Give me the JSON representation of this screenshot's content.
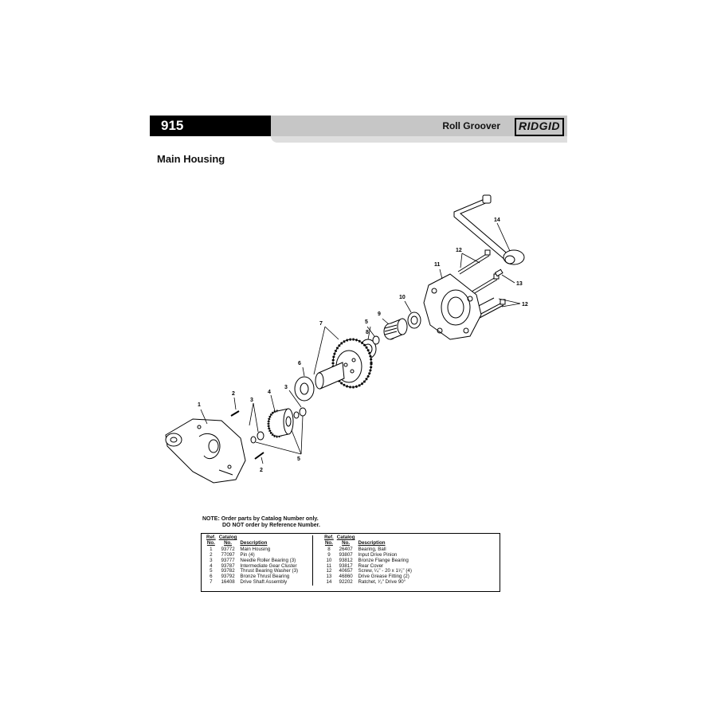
{
  "header": {
    "model_number": "915",
    "product_title": "Roll Groover",
    "brand": "RIDGID"
  },
  "section_title": "Main Housing",
  "callouts": [
    "1",
    "2",
    "3",
    "4",
    "5",
    "6",
    "7",
    "8",
    "9",
    "10",
    "11",
    "12",
    "13",
    "14"
  ],
  "note": {
    "line1": "NOTE: Order parts by Catalog Number only.",
    "line2": "DO NOT order by Reference Number."
  },
  "parts_table": {
    "headers": {
      "ref_top": "Ref.",
      "ref_bottom": "No.",
      "catalog_top": "Catalog",
      "catalog_bottom": "No.",
      "description": "Description"
    },
    "left": [
      {
        "ref": "1",
        "catalog": "93772",
        "description": "Main Housing"
      },
      {
        "ref": "2",
        "catalog": "77097",
        "description": "Pin (4)"
      },
      {
        "ref": "3",
        "catalog": "93777",
        "description": "Needle Roller Bearing (3)"
      },
      {
        "ref": "4",
        "catalog": "93787",
        "description": "Intermediate Gear Cluster"
      },
      {
        "ref": "5",
        "catalog": "93782",
        "description": "Thrust Bearing Washer (3)"
      },
      {
        "ref": "6",
        "catalog": "93792",
        "description": "Bronze Thrust Bearing"
      },
      {
        "ref": "7",
        "catalog": "16408",
        "description": "Drive Shaft Assembly"
      }
    ],
    "right": [
      {
        "ref": "8",
        "catalog": "26407",
        "description": "Bearing, Ball"
      },
      {
        "ref": "9",
        "catalog": "93807",
        "description": "Input Drive Pinion"
      },
      {
        "ref": "10",
        "catalog": "93812",
        "description": "Bronze Flange Bearing"
      },
      {
        "ref": "11",
        "catalog": "93817",
        "description": "Rear Cover"
      },
      {
        "ref": "12",
        "catalog": "40657",
        "description": "Screw, ¹⁄₄\" - 20 x 1¹⁄₂\" (4)"
      },
      {
        "ref": "13",
        "catalog": "46860",
        "description": "Drive Grease Fitting (2)"
      },
      {
        "ref": "14",
        "catalog": "92202",
        "description": "Ratchet, ¹⁄₂\" Drive 90°"
      }
    ]
  }
}
